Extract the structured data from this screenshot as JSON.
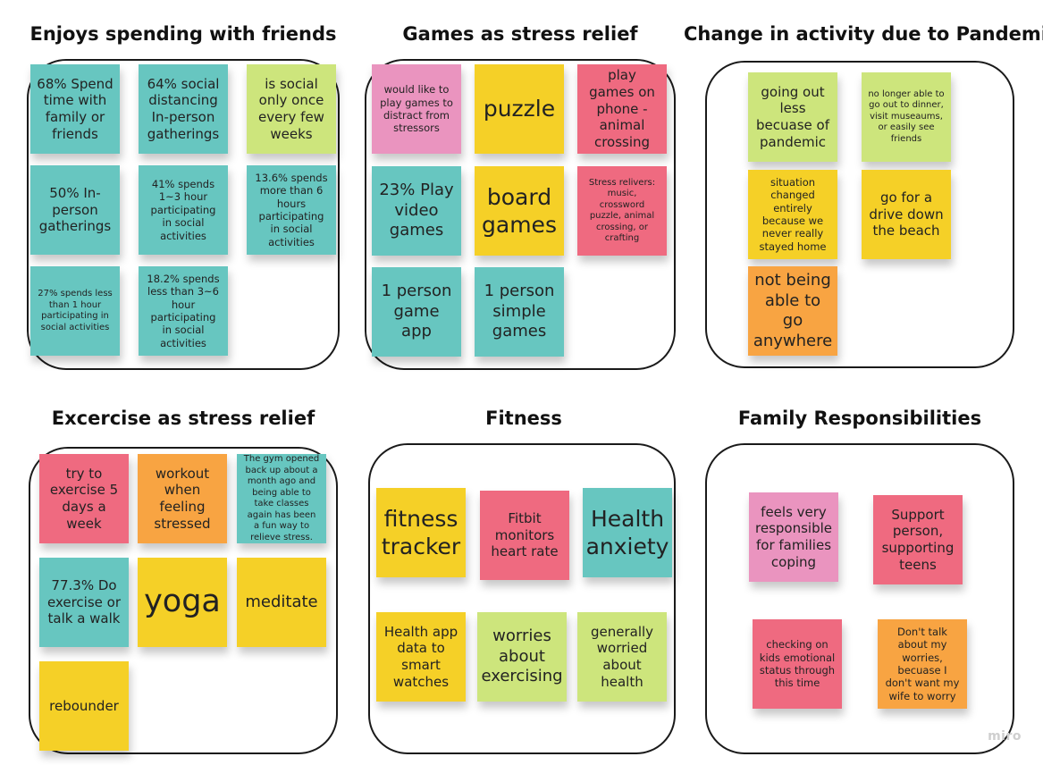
{
  "groups": [
    {
      "title": "Enjoys spending with friends",
      "notes": [
        "68% Spend time with family or friends",
        "64% social distancing In-person gatherings",
        "is social only once every few weeks",
        "50% In-person gatherings",
        "41% spends 1~3 hour participating in social activities",
        "13.6% spends more than 6 hours participating in social activities",
        "27%  spends less than 1 hour participating in social activities",
        "18.2% spends less than 3~6 hour participating in social activities"
      ]
    },
    {
      "title": "Games as stress relief",
      "notes": [
        "would like to play games to distract from stressors",
        "puzzle",
        "play games on phone - animal crossing",
        "23% Play video games",
        "board games",
        "Stress relivers: music, crossword puzzle, animal crossing, or crafting",
        "1 person game app",
        "1 person simple games"
      ]
    },
    {
      "title": "Change in activity due to Pandemic",
      "notes": [
        "going out less becuase of pandemic",
        "no longer able to go out to dinner, visit museaums, or easily see friends",
        "situation changed entirely because we never really stayed home",
        "go for a drive down the beach",
        "not being able to go anywhere"
      ]
    },
    {
      "title": "Excercise as stress relief",
      "notes": [
        "try to exercise 5 days a week",
        "workout when feeling stressed",
        "The gym opened back up about a month ago and being able to take classes again has been a fun way to relieve stress.",
        "77.3% Do exercise or talk a walk",
        "yoga",
        "meditate",
        "rebounder"
      ]
    },
    {
      "title": "Fitness",
      "notes": [
        "fitness tracker",
        "Fitbit monitors heart rate",
        "Health anxiety",
        "Health app data to smart watches",
        "worries about exercising",
        "generally worried about health"
      ]
    },
    {
      "title": "Family Responsibilities",
      "notes": [
        "feels very responsible for families coping",
        "Support person, supporting teens",
        "checking on kids emotional status through this time",
        "Don't talk about my worries, becuase I don't want my wife to worry"
      ]
    }
  ],
  "logo": "miro",
  "colors": {
    "teal": "#67c6c0",
    "yellow": "#f5d027",
    "lime": "#cde57c",
    "pink": "#ea94bf",
    "red": "#ef6a80",
    "orange": "#f8a442"
  }
}
